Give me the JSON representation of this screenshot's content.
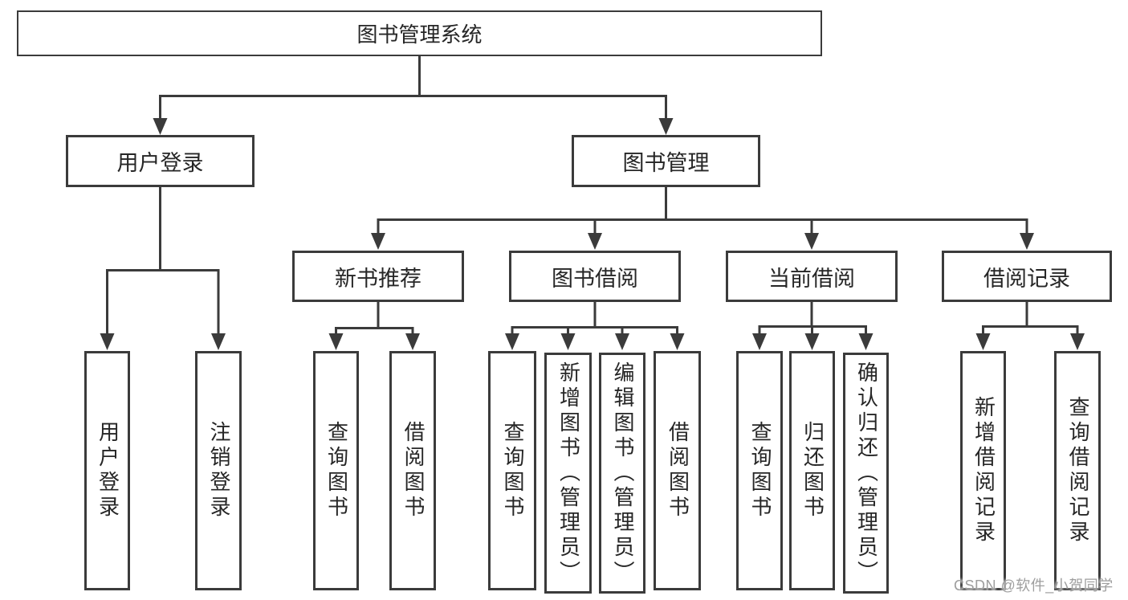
{
  "title": "图书管理系统",
  "watermark": "CSDN @软件_小贺同学",
  "colors": {
    "background": "#ffffff",
    "line": "#3b3b3b",
    "box_border": "#3b3b3b",
    "text": "#262626",
    "watermark": "#9e9e9e"
  },
  "nodes": {
    "root": {
      "label": "图书管理系统"
    },
    "user_login": {
      "label": "用户登录"
    },
    "book_management": {
      "label": "图书管理"
    },
    "new_book_recommend": {
      "label": "新书推荐"
    },
    "book_borrowing": {
      "label": "图书借阅"
    },
    "current_borrowing": {
      "label": "当前借阅"
    },
    "borrowing_records": {
      "label": "借阅记录"
    },
    "leaf_user_login": {
      "label": "用户登录"
    },
    "leaf_logout": {
      "label": "注销登录"
    },
    "leaf_recommend_query_books": {
      "label": "查询图书"
    },
    "leaf_recommend_borrow_books": {
      "label": "借阅图书"
    },
    "leaf_borrowing_query_books": {
      "label": "查询图书"
    },
    "leaf_borrowing_add_books_admin": {
      "label": "新增图书（管理员）"
    },
    "leaf_borrowing_edit_books_admin": {
      "label": "编辑图书（管理员）"
    },
    "leaf_borrowing_borrow_books": {
      "label": "借阅图书"
    },
    "leaf_current_query_books": {
      "label": "查询图书"
    },
    "leaf_current_return_books": {
      "label": "归还图书"
    },
    "leaf_current_confirm_return_admin": {
      "label": "确认归还（管理员）"
    },
    "leaf_records_add_record": {
      "label": "新增借阅记录"
    },
    "leaf_records_query_record": {
      "label": "查询借阅记录"
    }
  },
  "hierarchy": [
    {
      "parent": "图书管理系统",
      "children": [
        "用户登录",
        "图书管理"
      ]
    },
    {
      "parent": "用户登录",
      "children": [
        "用户登录",
        "注销登录"
      ]
    },
    {
      "parent": "图书管理",
      "children": [
        "新书推荐",
        "图书借阅",
        "当前借阅",
        "借阅记录"
      ]
    },
    {
      "parent": "新书推荐",
      "children": [
        "查询图书",
        "借阅图书"
      ]
    },
    {
      "parent": "图书借阅",
      "children": [
        "查询图书",
        "新增图书（管理员）",
        "编辑图书（管理员）",
        "借阅图书"
      ]
    },
    {
      "parent": "当前借阅",
      "children": [
        "查询图书",
        "归还图书",
        "确认归还（管理员）"
      ]
    },
    {
      "parent": "借阅记录",
      "children": [
        "新增借阅记录",
        "查询借阅记录"
      ]
    }
  ]
}
